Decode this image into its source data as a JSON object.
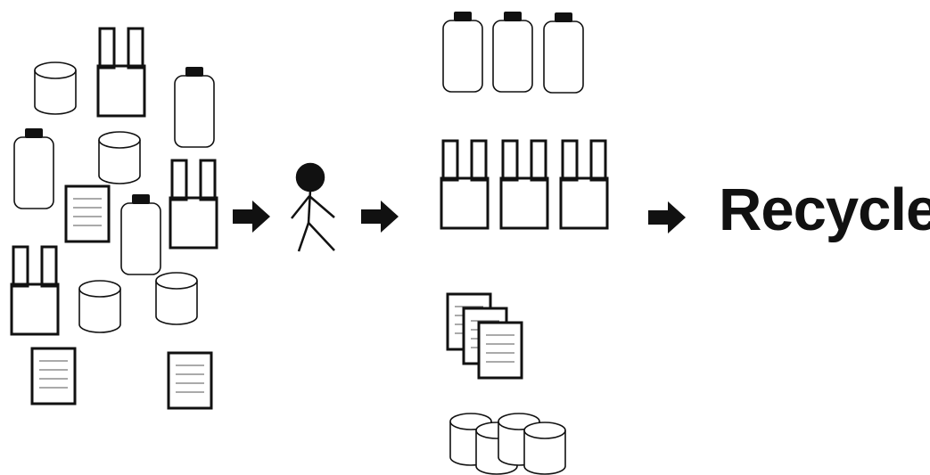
{
  "diagram": {
    "label": "Recycle",
    "colors": {
      "ink": "#111111",
      "paper": "#ffffff"
    },
    "stages": [
      {
        "name": "mixed-waste",
        "items": [
          "bottle",
          "bag",
          "tub",
          "paper-sheet"
        ]
      },
      {
        "name": "person-icon"
      },
      {
        "name": "sorted-groups",
        "groups": [
          "bottles",
          "bags",
          "paper-sheets",
          "tubs"
        ]
      },
      {
        "name": "recycle"
      }
    ]
  }
}
